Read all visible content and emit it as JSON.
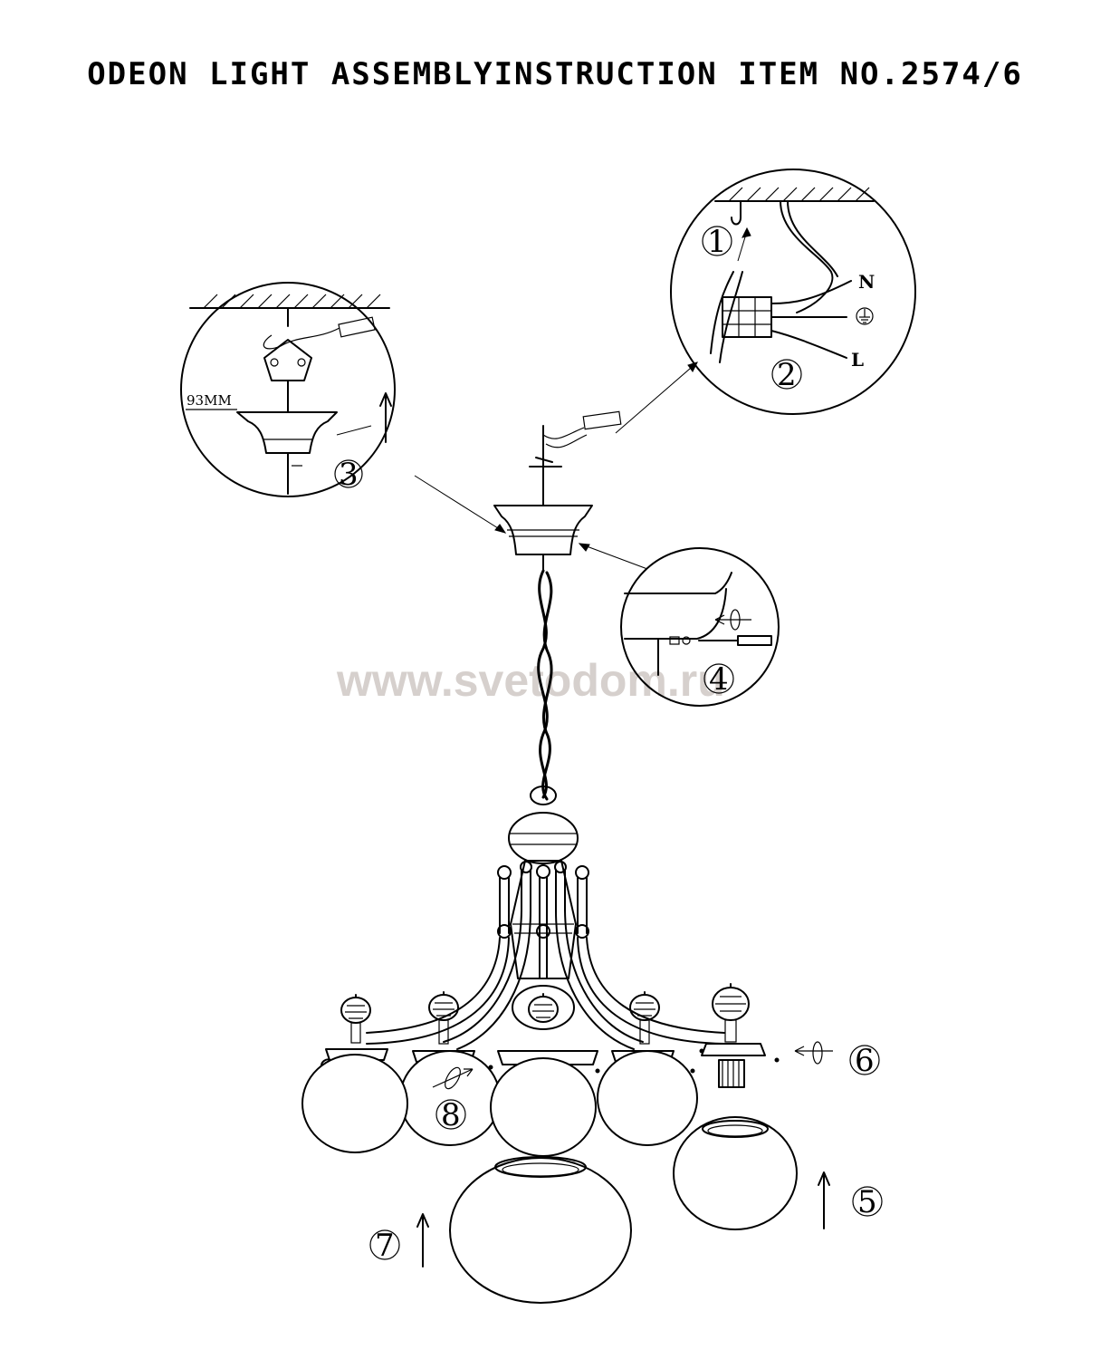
{
  "title": "ODEON LIGHT ASSEMBLYINSTRUCTION ITEM NO.2574/6",
  "watermark": "www.svetodom.ru",
  "dimension_label": "93MM",
  "wire_labels": {
    "neutral": "N",
    "live": "L",
    "earth_icon": "earth-ground-icon"
  },
  "steps": [
    "1",
    "2",
    "3",
    "4",
    "5",
    "6",
    "7",
    "8"
  ]
}
